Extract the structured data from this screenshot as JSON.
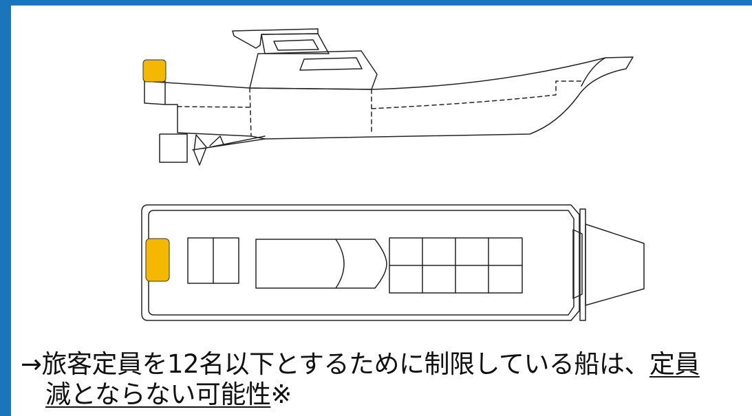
{
  "colors": {
    "frame": "#1b75bc",
    "marker": "#f5b800",
    "line": "#222222"
  },
  "caption": {
    "line1_plain": "→旅客定員を12名以下とするために制限している船は、",
    "line1_underlined": "定員",
    "line2_underlined": "減とならない可能性",
    "line2_tail": "※"
  }
}
